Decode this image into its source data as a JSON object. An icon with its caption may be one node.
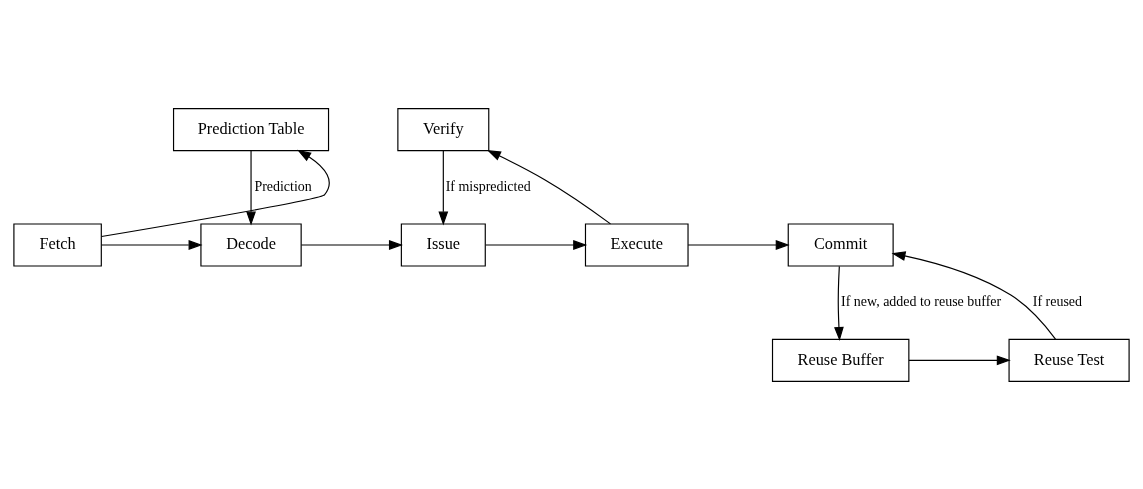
{
  "diagram": {
    "nodes": [
      {
        "text": [
          "Prediction Table"
        ]
      },
      {
        "text": [
          "Verify"
        ]
      },
      {
        "text": [
          "Fetch"
        ]
      },
      {
        "text": [
          "Decode"
        ]
      },
      {
        "text": [
          "Issue"
        ]
      },
      {
        "text": [
          "Execute"
        ]
      },
      {
        "text": [
          "Commit"
        ]
      },
      {
        "text": [
          "Reuse Buffer"
        ]
      },
      {
        "text": [
          "Reuse Test"
        ]
      }
    ],
    "edges": [
      {
        "from": 2,
        "to": 0,
        "arrow": "to"
      },
      {
        "from": 0,
        "to": 3,
        "arrow": "to",
        "label": "Prediction"
      },
      {
        "from": 5,
        "to": 1,
        "arrow": "to"
      },
      {
        "from": 1,
        "to": 4,
        "arrow": "to",
        "label": "If mispredicted"
      },
      {
        "from": 2,
        "to": 3,
        "arrow": "to"
      },
      {
        "from": 3,
        "to": 4,
        "arrow": "to"
      },
      {
        "from": 4,
        "to": 5,
        "arrow": "to"
      },
      {
        "from": 5,
        "to": 6,
        "arrow": "to"
      },
      {
        "from": 7,
        "to": 8,
        "arrow": "to"
      },
      {
        "from": 8,
        "to": 6,
        "arrow": "to",
        "label": "If reused"
      },
      {
        "from": 6,
        "to": 7,
        "arrow": "to",
        "label": "If new, added to reuse buffer"
      }
    ]
  }
}
